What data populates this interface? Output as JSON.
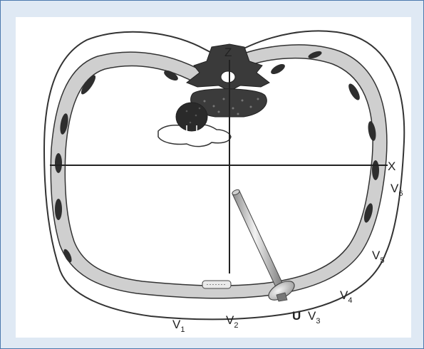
{
  "diagram": {
    "axes": {
      "z": "Z",
      "x": "X"
    },
    "leads": [
      {
        "id": "v1",
        "name": "V",
        "sub": "1"
      },
      {
        "id": "v2",
        "name": "V",
        "sub": "2"
      },
      {
        "id": "v3",
        "name": "V",
        "sub": "3"
      },
      {
        "id": "v4",
        "name": "V",
        "sub": "4"
      },
      {
        "id": "v5",
        "name": "V",
        "sub": "5"
      },
      {
        "id": "v6",
        "name": "V",
        "sub": "6"
      }
    ],
    "probe_label": "U",
    "colors": {
      "frame_bg": "#dfe9f4",
      "frame_border": "#4c79ad",
      "rib_band": "#cfcfcf",
      "dark": "#333333"
    }
  }
}
